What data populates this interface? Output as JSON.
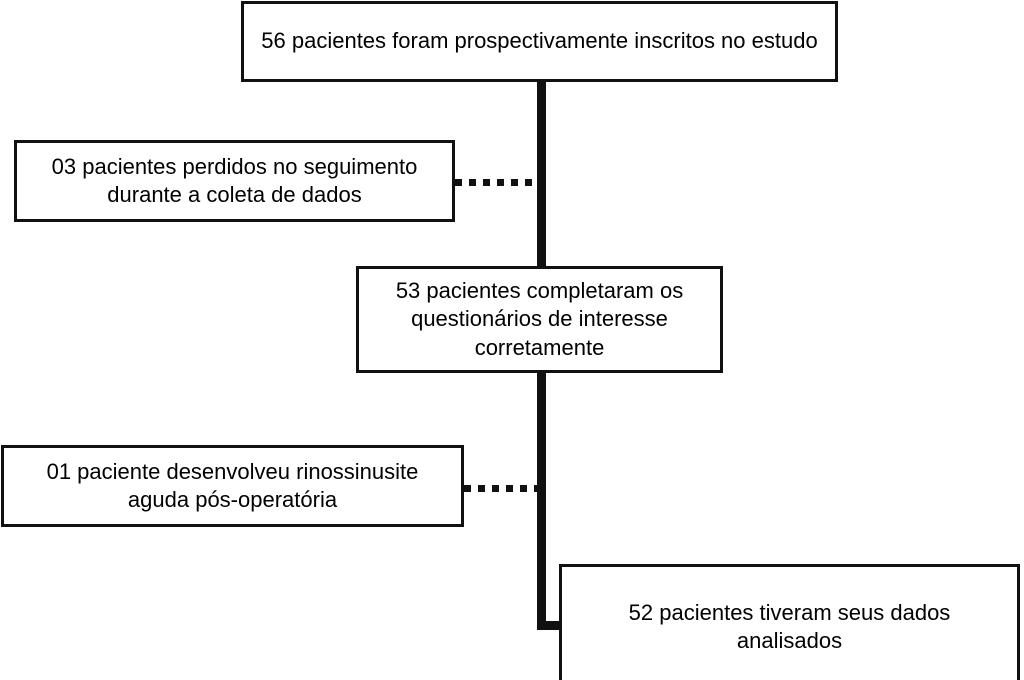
{
  "chart_data": {
    "type": "diagram",
    "diagram_kind": "patient-flow-chart",
    "title": "",
    "language": "pt-BR",
    "nodes": [
      {
        "id": "enrolled",
        "label": "56 pacientes foram prospectivamente inscritos no estudo",
        "count": 56,
        "role": "main"
      },
      {
        "id": "lost",
        "label": "03 pacientes perdidos no seguimento durante a coleta de dados",
        "count": 3,
        "role": "exclusion"
      },
      {
        "id": "completed",
        "label": "53 pacientes completaram os questionários de interesse corretamente",
        "count": 53,
        "role": "main"
      },
      {
        "id": "rhinosinusitis",
        "label": "01 paciente desenvolveu rinossinusite aguda pós-operatória",
        "count": 1,
        "role": "exclusion"
      },
      {
        "id": "analyzed",
        "label": "52 pacientes tiveram seus dados analisados",
        "count": 52,
        "role": "main"
      }
    ],
    "edges": [
      {
        "from": "enrolled",
        "to": "completed",
        "style": "solid"
      },
      {
        "from": "enrolled",
        "to": "lost",
        "style": "dotted"
      },
      {
        "from": "completed",
        "to": "rhinosinusitis",
        "style": "dotted"
      },
      {
        "from": "completed",
        "to": "analyzed",
        "style": "solid"
      }
    ],
    "colors": {
      "line": "#111111",
      "box_border": "#111111",
      "box_fill": "#FFFFFF",
      "text": "#000000"
    }
  },
  "boxes": {
    "enrolled": {
      "text": "56 pacientes foram prospectivamente inscritos no estudo"
    },
    "lost": {
      "text": "03 pacientes perdidos no seguimento durante a coleta de dados"
    },
    "completed": {
      "text": "53 pacientes completaram os questionários de interesse corretamente"
    },
    "rhinosinusitis": {
      "text": "01 paciente desenvolveu rinossinusite aguda pós-operatória"
    },
    "analyzed": {
      "text": "52 pacientes tiveram seus dados analisados"
    }
  }
}
